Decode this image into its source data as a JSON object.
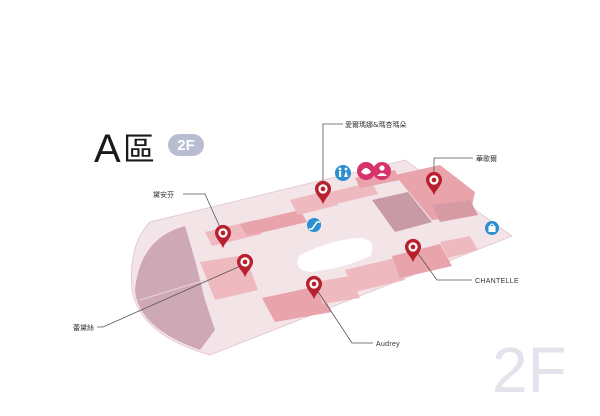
{
  "zone": {
    "letter": "A",
    "word": "區",
    "floor_badge": "2F"
  },
  "watermark": "2F",
  "colors": {
    "floor": "#f3e4e7",
    "floor_edge": "#e6ccd2",
    "shop_light": "#eeb9bf",
    "shop_mid": "#e8a3ab",
    "shop_dark": "#c79aa6",
    "mauve": "#cfa8b5",
    "marker": "#b8202f",
    "badge": "#b9bdd1",
    "watermark": "#e4e3ec",
    "facility_blue": "#2c8fd0",
    "facility_pink": "#d6336c"
  },
  "stores": [
    {
      "id": "nursing",
      "label": "愛爾瑪娜&瑪杏瑪朵"
    },
    {
      "id": "huage",
      "label": "華歌爾"
    },
    {
      "id": "dieanfen",
      "label": "黛安芬"
    },
    {
      "id": "chantelle",
      "label": "CHANTELLE"
    },
    {
      "id": "leizhusi",
      "label": "蕾黛絲"
    },
    {
      "id": "audrey",
      "label": "Audrey"
    }
  ],
  "facilities": [
    {
      "id": "restroom",
      "icon": "restroom-icon"
    },
    {
      "id": "nursing-room",
      "icon": "nursing-room-icon"
    },
    {
      "id": "baby-care",
      "icon": "baby-care-icon"
    },
    {
      "id": "escalator",
      "icon": "escalator-icon"
    },
    {
      "id": "shopping-bag",
      "icon": "shopping-bag-icon"
    }
  ]
}
